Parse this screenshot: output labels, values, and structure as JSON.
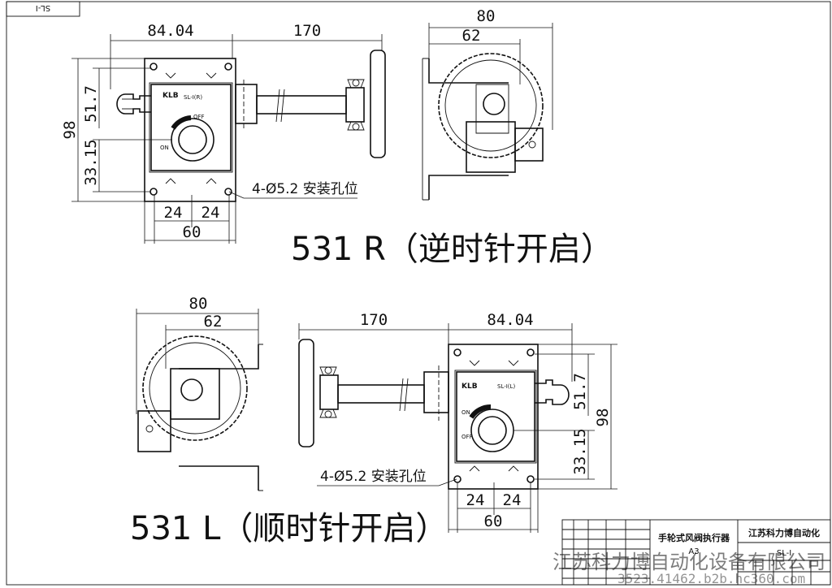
{
  "corner_tag": "SL-I",
  "views": {
    "right": {
      "title": "531 R（逆时针开启）",
      "dim_width_top": "84.04",
      "dim_shaft": "170",
      "dim_height": "98",
      "dim_upper": "51.7",
      "dim_lower": "33.15",
      "dim_hole_a": "24",
      "dim_hole_b": "24",
      "dim_base": "60",
      "hole_note": "4-Ø5.2 安装孔位",
      "side_outer": "80",
      "side_inner": "62",
      "label_model": "SL-I(R)",
      "label_off": "OFF",
      "label_on": "ON"
    },
    "left": {
      "title": "531 L（顺时针开启）",
      "dim_width_top": "84.04",
      "dim_shaft": "170",
      "dim_height": "98",
      "dim_upper": "51.7",
      "dim_lower": "33.15",
      "dim_hole_a": "24",
      "dim_hole_b": "24",
      "dim_base": "60",
      "hole_note": "4-Ø5.2 安装孔位",
      "side_outer": "80",
      "side_inner": "62",
      "label_model": "SL-I(L)",
      "label_off": "OFF",
      "label_on": "ON"
    }
  },
  "logo_text": "KLB",
  "title_block": {
    "product_name": "手轮式风阀执行器",
    "company": "江苏科力博自动化",
    "drawing_no": "SL-I",
    "sheet_size": "A3"
  },
  "watermark": {
    "company": "江苏科力博自动化设备有限公司",
    "site": "3523.41462.b2b.hc360.com"
  }
}
